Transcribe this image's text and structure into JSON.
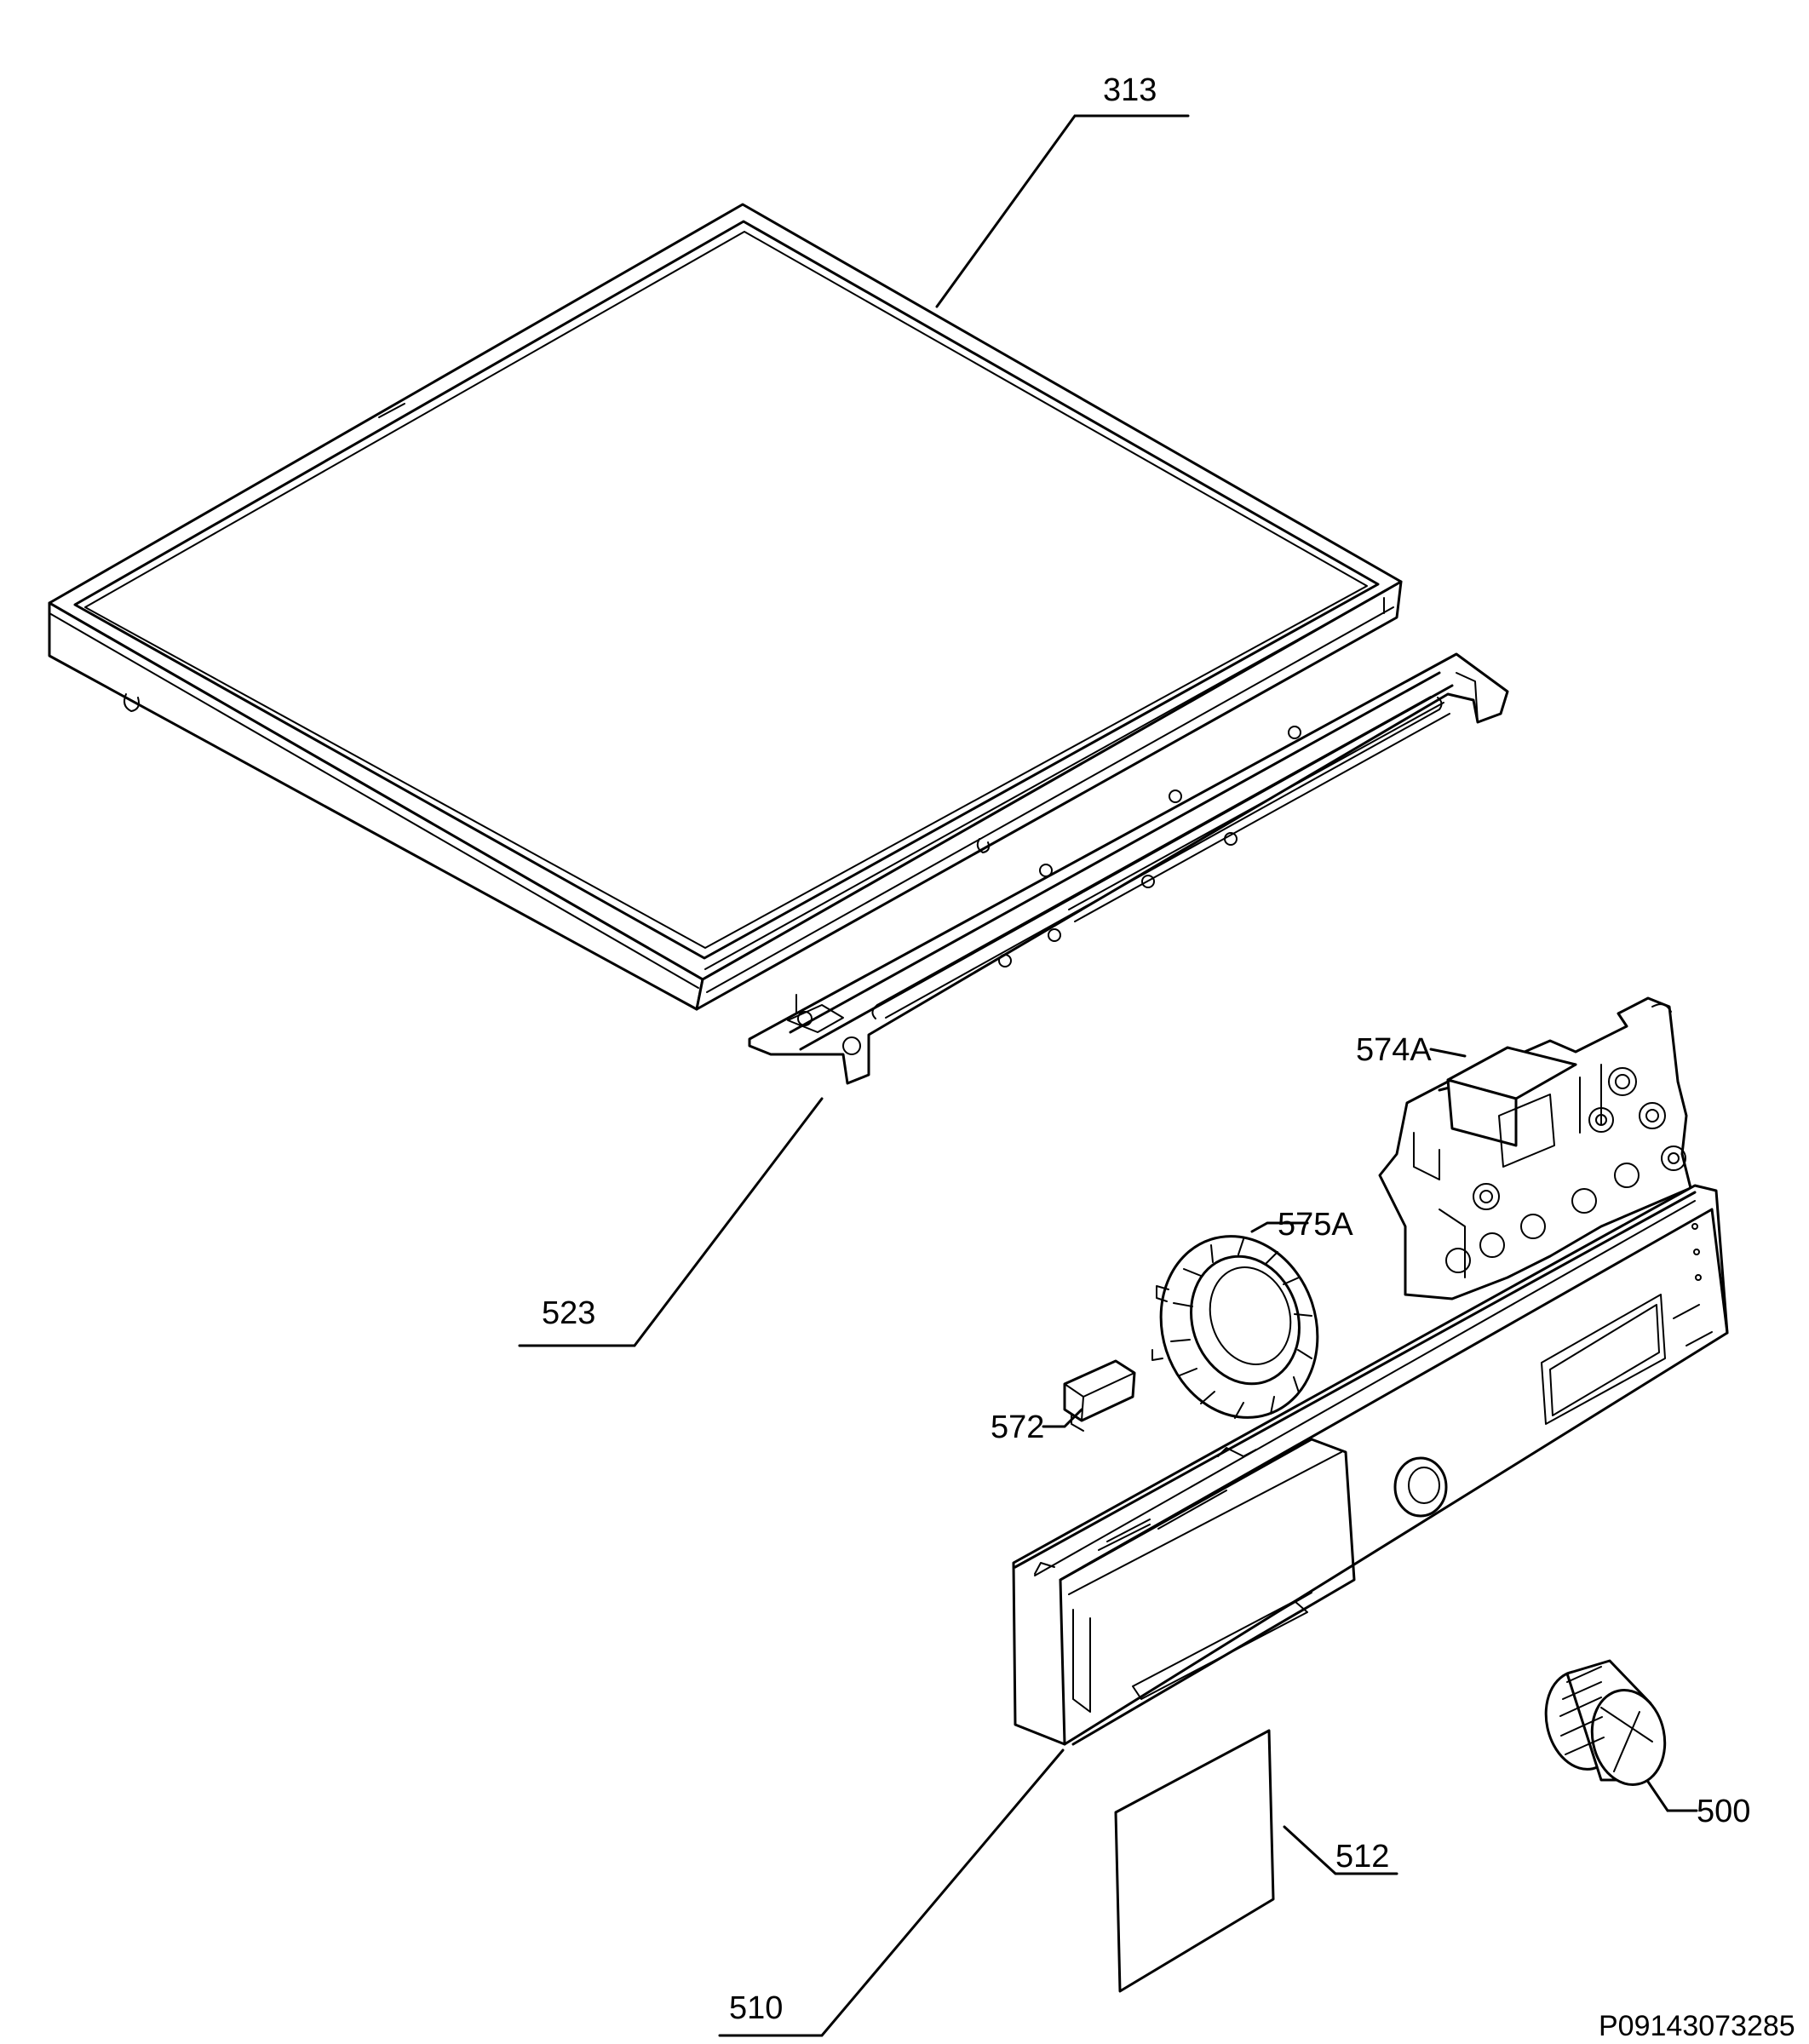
{
  "diagram": {
    "part_labels": {
      "p313": "313",
      "p523": "523",
      "p574A": "574A",
      "p575A": "575A",
      "p572": "572",
      "p510": "510",
      "p512": "512",
      "p500": "500"
    },
    "drawing_code": "P09143073285"
  }
}
